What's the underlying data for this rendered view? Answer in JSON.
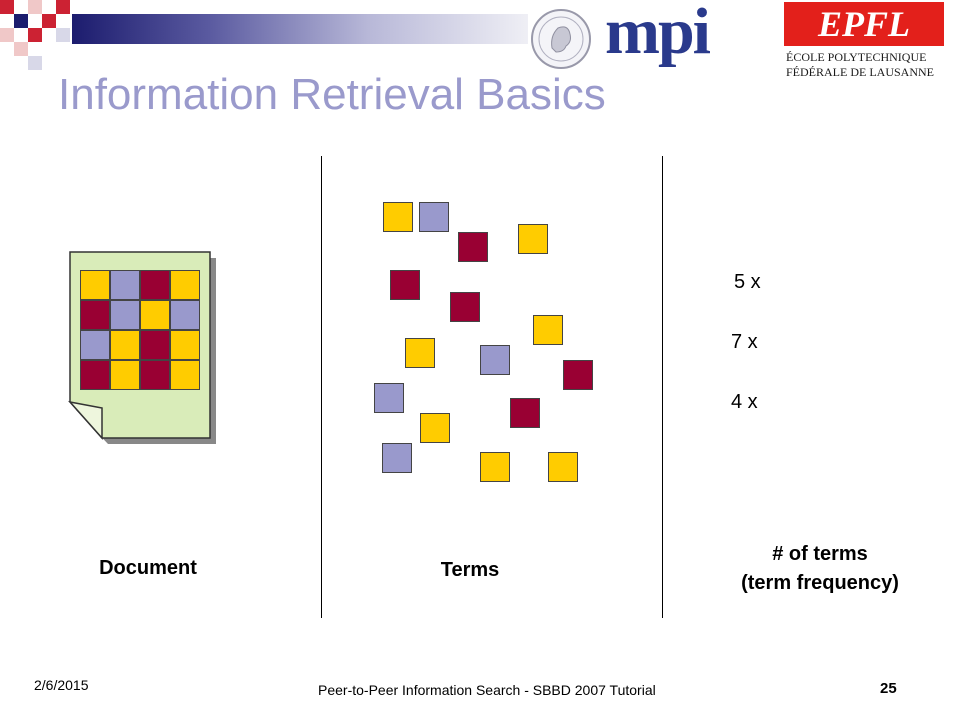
{
  "slide": {
    "title": "Information Retrieval Basics",
    "date": "2/6/2015",
    "footer_text": "Peer-to-Peer Information Search - SBBD 2007 Tutorial",
    "page_number": "25"
  },
  "logos": {
    "mpi_text": "mpi",
    "epfl_text": "EPFL",
    "epfl_line1": "ÉCOLE POLYTECHNIQUE",
    "epfl_line2": "FÉDÉRALE DE LAUSANNE"
  },
  "colors": {
    "yellow": "#ffcc00",
    "lavender": "#9999cc",
    "maroon": "#990033",
    "doc_bg": "#d9ecb9",
    "title": "#9a9acc"
  },
  "columns": {
    "document_label": "Document",
    "terms_label": "Terms",
    "count_label_line1": "# of terms",
    "count_label_line2": "(term frequency)"
  },
  "frequencies": [
    "5 x",
    "7 x",
    "4 x"
  ]
}
